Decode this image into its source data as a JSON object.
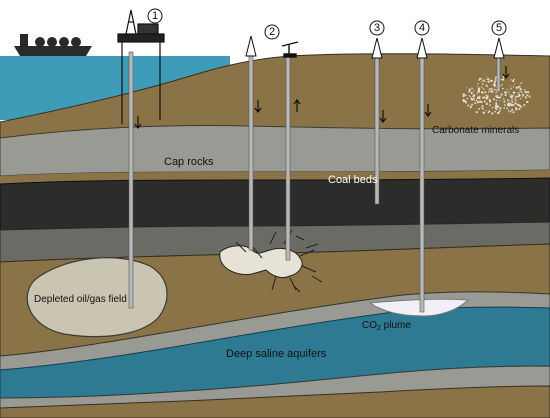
{
  "labels": {
    "cap_rocks": "Cap rocks",
    "coal_beds": "Coal beds",
    "carbonate_minerals": "Carbonate minerals",
    "depleted_field": "Depleted oil/gas field",
    "co2_plume_main": "CO",
    "co2_plume_sub": "2",
    "co2_plume_tail": " plume",
    "deep_saline": "Deep saline aquifers"
  },
  "wells": [
    {
      "number": "1"
    },
    {
      "number": "2"
    },
    {
      "number": "3"
    },
    {
      "number": "4"
    },
    {
      "number": "5"
    }
  ],
  "colors": {
    "sea": "#3f9cb8",
    "sky": "#ffffff",
    "brown_layer": "#8b7348",
    "gray_layer": "#9a9a94",
    "dark_layer": "#5d5d59",
    "coal_layer": "#2c2c2a",
    "aquifer": "#2e7a92",
    "depleted_field": "#c9c5b1",
    "co2_plume": "#efeff5",
    "well_pipe": "#b8b8b8"
  }
}
